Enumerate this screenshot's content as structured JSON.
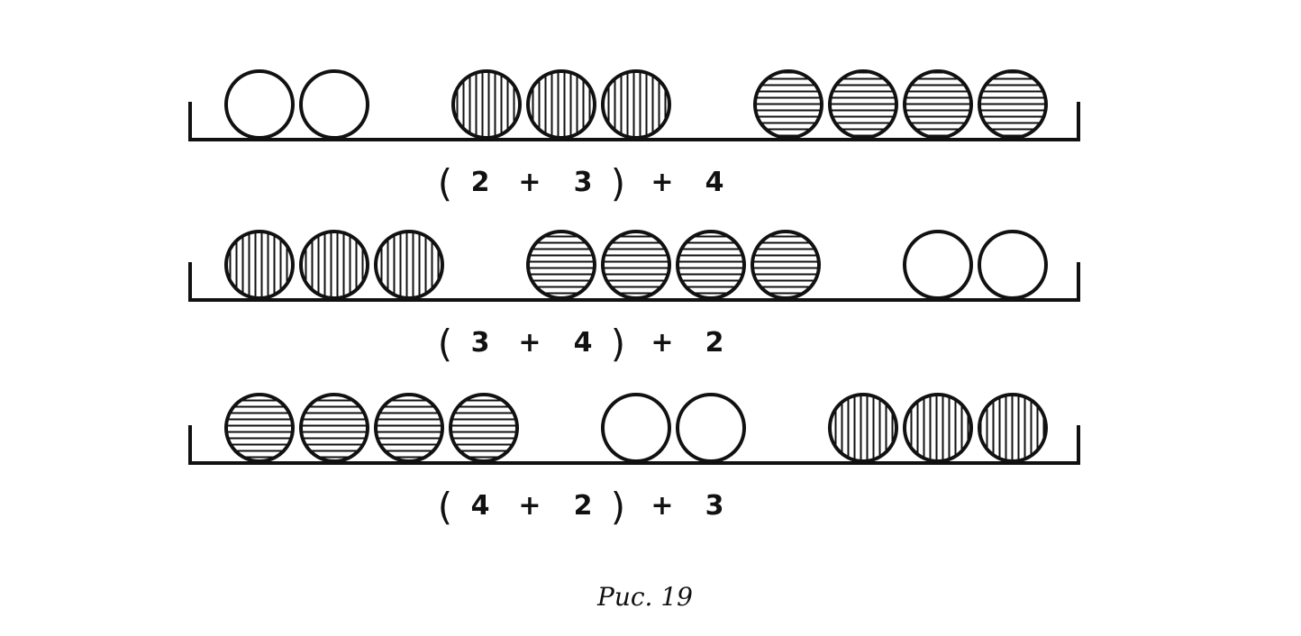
{
  "figure": {
    "caption": "Рис. 19",
    "colors": {
      "ink": "#111111",
      "paper": "#ffffff"
    },
    "rows": [
      {
        "groups": [
          {
            "count": 2,
            "pattern": "plain"
          },
          {
            "count": 3,
            "pattern": "vertical-stripes"
          },
          {
            "count": 4,
            "pattern": "horizontal-stripes"
          }
        ],
        "expression": [
          "(",
          "2",
          "+",
          "3",
          ")",
          "+",
          "4"
        ]
      },
      {
        "groups": [
          {
            "count": 3,
            "pattern": "vertical-stripes"
          },
          {
            "count": 4,
            "pattern": "horizontal-stripes"
          },
          {
            "count": 2,
            "pattern": "plain"
          }
        ],
        "expression": [
          "(",
          "3",
          "+",
          "4",
          ")",
          "+",
          "2"
        ]
      },
      {
        "groups": [
          {
            "count": 4,
            "pattern": "horizontal-stripes"
          },
          {
            "count": 2,
            "pattern": "plain"
          },
          {
            "count": 3,
            "pattern": "vertical-stripes"
          }
        ],
        "expression": [
          "(",
          "4",
          "+",
          "2",
          ")",
          "+",
          "3"
        ]
      }
    ]
  }
}
